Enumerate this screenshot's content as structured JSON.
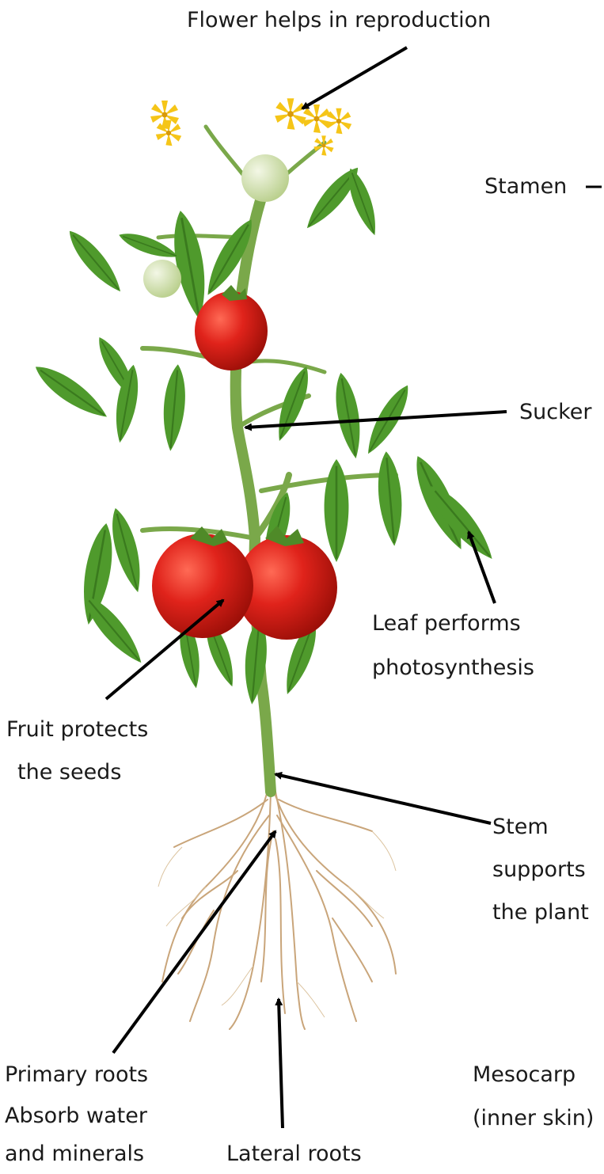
{
  "labels": {
    "flower": "Flower helps in reproduction",
    "stamen": "Stamen",
    "sucker": "Sucker",
    "leaf_line1": "Leaf  performs",
    "leaf_line2": "photosynthesis",
    "fruit_line1": "Fruit protects",
    "fruit_line2": "the seeds",
    "stem_line1": "Stem",
    "stem_line2": "supports",
    "stem_line3": "the plant",
    "primary_line1": "Primary roots",
    "primary_line2": "Absorb water",
    "primary_line3": "and minerals",
    "lateral": "Lateral roots",
    "mesocarp_line1": "Mesocarp",
    "mesocarp_line2": "(inner skin)"
  },
  "colors": {
    "leaf": "#4f9a2c",
    "leaf_dark": "#3a7a1e",
    "stem": "#7aa84a",
    "tomato_red": "#e0231b",
    "tomato_green": "#cfe0a8",
    "flower_yellow": "#f5c518",
    "root": "#c9a57a",
    "arrow": "#000000"
  }
}
